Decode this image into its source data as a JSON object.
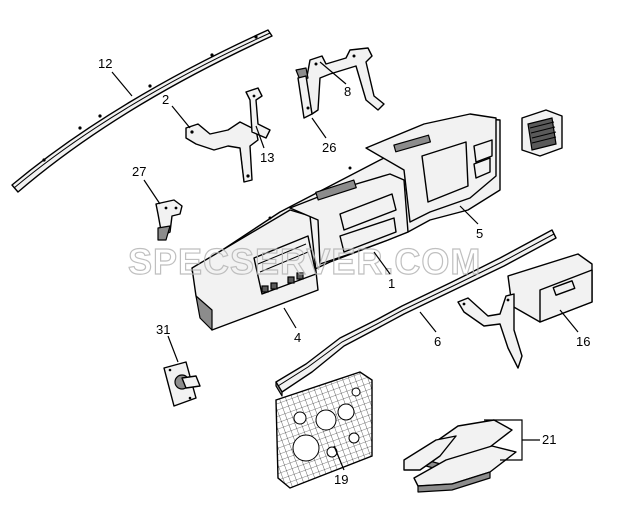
{
  "diagram": {
    "watermark": "SPECSERVER.COM",
    "callouts": [
      {
        "id": "12",
        "label": "12"
      },
      {
        "id": "2",
        "label": "2"
      },
      {
        "id": "13",
        "label": "13"
      },
      {
        "id": "8",
        "label": "8"
      },
      {
        "id": "26",
        "label": "26"
      },
      {
        "id": "27",
        "label": "27"
      },
      {
        "id": "5",
        "label": "5"
      },
      {
        "id": "1",
        "label": "1"
      },
      {
        "id": "4",
        "label": "4"
      },
      {
        "id": "6",
        "label": "6"
      },
      {
        "id": "16",
        "label": "16"
      },
      {
        "id": "31",
        "label": "31"
      },
      {
        "id": "21",
        "label": "21"
      },
      {
        "id": "19",
        "label": "19"
      }
    ]
  }
}
